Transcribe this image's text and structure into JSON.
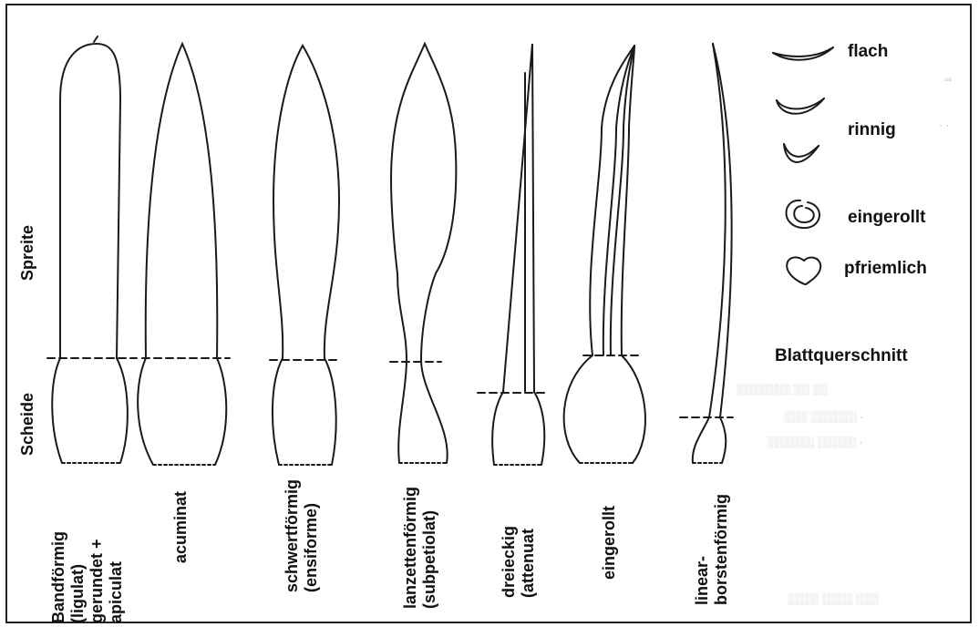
{
  "section_labels": {
    "spreite": "Spreite",
    "scheide": "Scheide"
  },
  "leaf_types": [
    {
      "label_lines": [
        "Bandförmig",
        "(ligulat)",
        "gerundet +",
        "apiculat"
      ]
    },
    {
      "label_lines": [
        "acuminat"
      ]
    },
    {
      "label_lines": [
        "schwertförmig",
        "(ensiforme)"
      ]
    },
    {
      "label_lines": [
        "lanzettenförmig",
        "(subpetiolat)"
      ]
    },
    {
      "label_lines": [
        "dreieckig",
        "(attenuat"
      ]
    },
    {
      "label_lines": [
        "eingerollt"
      ]
    },
    {
      "label_lines": [
        "linear-",
        "borstenförmig"
      ]
    }
  ],
  "cross_sections": {
    "title": "Blattquerschnitt",
    "items": [
      {
        "label": "flach",
        "icon": "flat-section-icon"
      },
      {
        "label": "rinnig",
        "icon": "channeled-section-icon"
      },
      {
        "label": "eingerollt",
        "icon": "rolled-section-icon"
      },
      {
        "label": "pfriemlich",
        "icon": "awl-section-icon"
      }
    ]
  },
  "colors": {
    "line": "#1a1a1a",
    "background": "#ffffff",
    "faint_text": "#b9b9b9"
  }
}
